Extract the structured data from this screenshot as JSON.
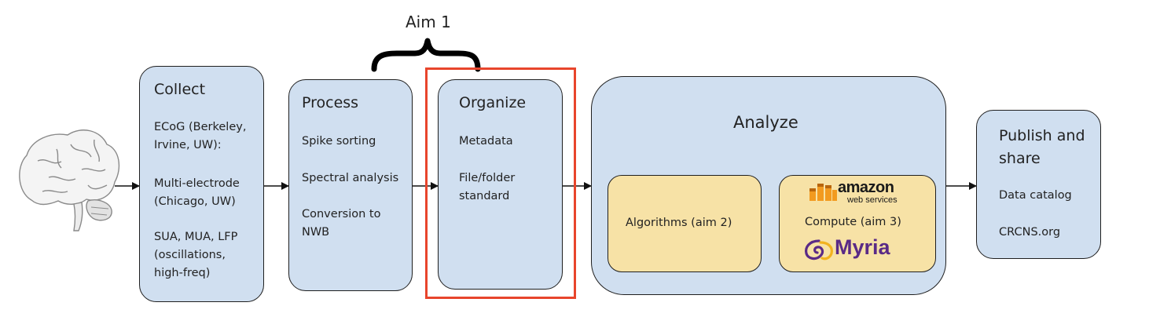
{
  "aim1": {
    "label": "Aim 1"
  },
  "stages": {
    "collect": {
      "title": "Collect",
      "items": [
        "ECoG (Berkeley,\nIrvine, UW):",
        "Multi-electrode\n(Chicago, UW)",
        "SUA, MUA, LFP\n(oscillations,\nhigh-freq)"
      ]
    },
    "process": {
      "title": "Process",
      "items": [
        "Spike sorting",
        "Spectral analysis",
        "Conversion to\nNWB"
      ]
    },
    "organize": {
      "title": "Organize",
      "items": [
        "Metadata",
        "File/folder\nstandard"
      ]
    },
    "analyze": {
      "title": "Analyze",
      "algorithms": "Algorithms (aim 2)",
      "compute": "Compute (aim 3)",
      "amazon_logo": {
        "word": "amazon",
        "sub": "web services"
      },
      "myria_logo": "Myria"
    },
    "publish": {
      "title": "Publish and\nshare",
      "items": [
        "Data catalog",
        "CRCNS.org"
      ]
    }
  },
  "icons": {
    "brain": "brain-illustration",
    "arrow": "arrow-right-icon",
    "brace": "curly-brace-icon"
  },
  "colors": {
    "stage_fill": "#d0dff0",
    "inner_fill": "#f7e2a6",
    "highlight": "#e8452c",
    "amazon_orange": "#f29a1f",
    "myria_purple": "#5a2a86"
  }
}
